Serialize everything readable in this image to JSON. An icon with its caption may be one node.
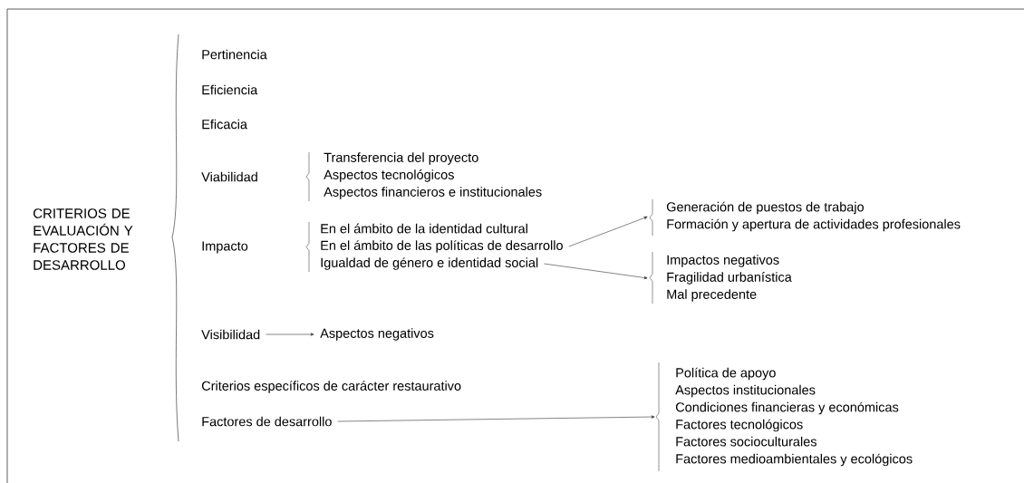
{
  "diagram": {
    "nodes": [
      {
        "text": [
          "CRITERIOS DE EVALUACIÓN Y FACTORES DE DESARROLLO"
        ]
      },
      {
        "text": [
          "Pertinencia"
        ]
      },
      {
        "text": [
          "Eficiencia"
        ]
      },
      {
        "text": [
          "Eficacia"
        ]
      },
      {
        "text": [
          "Viabilidad"
        ]
      },
      {
        "text": [
          "Transferencia del proyecto",
          "Aspectos tecnológicos",
          "Aspectos financieros e institucionales"
        ]
      },
      {
        "text": [
          "Impacto"
        ]
      },
      {
        "text": [
          "En el ámbito de la identidad cultural"
        ]
      },
      {
        "text": [
          "En el ámbito de las políticas de desarrollo"
        ]
      },
      {
        "text": [
          "Igualdad de género e identidad social"
        ]
      },
      {
        "text": [
          "Generación de puestos de trabajo",
          "Formación y apertura de actividades profesionales"
        ]
      },
      {
        "text": [
          "Impactos negativos",
          "Fragilidad urbanística",
          "Mal precedente"
        ]
      },
      {
        "text": [
          "Visibilidad"
        ]
      },
      {
        "text": [
          "Aspectos negativos"
        ]
      },
      {
        "text": [
          "Criterios específicos de carácter restaurativo"
        ]
      },
      {
        "text": [
          "Factores de desarrollo"
        ]
      },
      {
        "text": [
          "Política de apoyo",
          "Aspectos institucionales",
          "Condiciones financieras y económicas",
          "Factores tecnológicos",
          "Factores socioculturales",
          "Factores medioambientales y ecológicos"
        ]
      }
    ],
    "edges": [
      {
        "from": 8,
        "to": 10,
        "arrow": "to"
      },
      {
        "from": 9,
        "to": 11,
        "arrow": "to"
      },
      {
        "from": 12,
        "to": 13,
        "arrow": "to"
      },
      {
        "from": 15,
        "to": 16,
        "arrow": "to"
      }
    ]
  }
}
